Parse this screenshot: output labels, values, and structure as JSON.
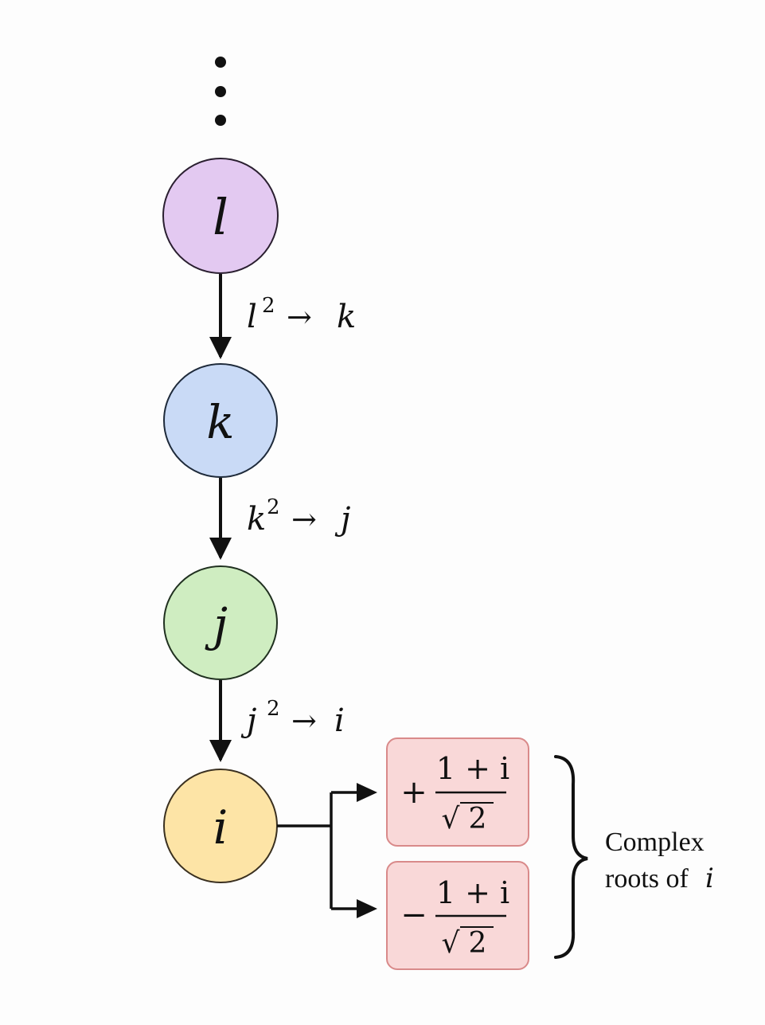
{
  "nodes": [
    {
      "id": "l",
      "label": "l",
      "fill": "#e3c9f1",
      "stroke": "#2a1f30"
    },
    {
      "id": "k",
      "label": "k",
      "fill": "#c9daf6",
      "stroke": "#1e2a3a"
    },
    {
      "id": "j",
      "label": "j",
      "fill": "#cfedc1",
      "stroke": "#203020"
    },
    {
      "id": "i",
      "label": "i",
      "fill": "#fde4a6",
      "stroke": "#3a3020"
    }
  ],
  "edges": [
    {
      "base": "l",
      "exp": "2",
      "arrow": "→",
      "target": "k"
    },
    {
      "base": "k",
      "exp": "2",
      "arrow": "→",
      "target": "j"
    },
    {
      "base": "j",
      "exp": "2",
      "arrow": "→",
      "target": "i"
    }
  ],
  "roots": [
    {
      "sign": "+",
      "numerator": "1 + i",
      "radical": "√",
      "radicand": "2"
    },
    {
      "sign": "−",
      "numerator": "1 + i",
      "radical": "√",
      "radicand": "2"
    }
  ],
  "roots_style": {
    "fill": "#f9d8d8",
    "stroke": "#d98a8a"
  },
  "annotation": {
    "line1": "Complex",
    "line2_text": "roots of",
    "line2_var": "i"
  }
}
